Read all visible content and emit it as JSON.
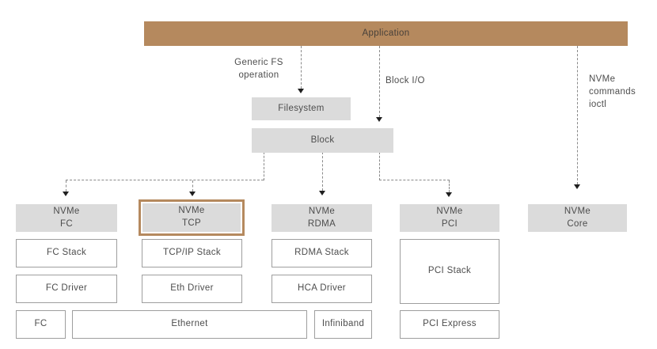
{
  "application": {
    "label": "Application"
  },
  "mid": {
    "filesystem": "Filesystem",
    "block": "Block"
  },
  "arrows": {
    "generic_fs": "Generic FS\noperation",
    "block_io": "Block I/O",
    "nvme_commands": "NVMe\ncommands\nioctl"
  },
  "columns": [
    {
      "header": "NVMe\nFC",
      "stack": "FC Stack",
      "driver": "FC Driver",
      "transport": "FC",
      "highlighted": false
    },
    {
      "header": "NVMe\nTCP",
      "stack": "TCP/IP Stack",
      "driver": "Eth Driver",
      "transport": "Ethernet",
      "highlighted": true
    },
    {
      "header": "NVMe\nRDMA",
      "stack": "RDMA Stack",
      "driver": "HCA Driver",
      "transport": "Infiniband",
      "highlighted": false
    },
    {
      "header": "NVMe\nPCI",
      "stack": "PCI Stack",
      "transport": "PCI Express",
      "highlighted": false
    },
    {
      "header": "NVMe\nCore",
      "highlighted": false
    }
  ],
  "colors": {
    "accent": "#b5895e",
    "box_fill": "#dbdbdb",
    "box_border": "#9e9e9e",
    "connector": "#8a8a8a",
    "text": "#4d4d4d"
  }
}
